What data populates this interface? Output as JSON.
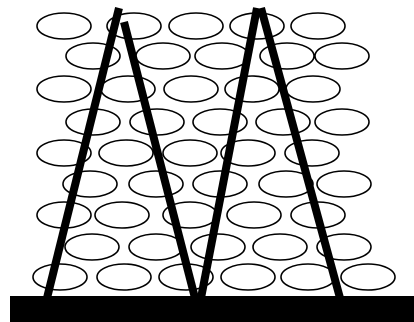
{
  "figure": {
    "description_type": "line-drawing",
    "colors": {
      "background": "#ffffff",
      "ink": "#000000"
    },
    "elements": {
      "base_bar": "solid-black-base",
      "poles": 4,
      "ellipse_rows": 9
    }
  }
}
